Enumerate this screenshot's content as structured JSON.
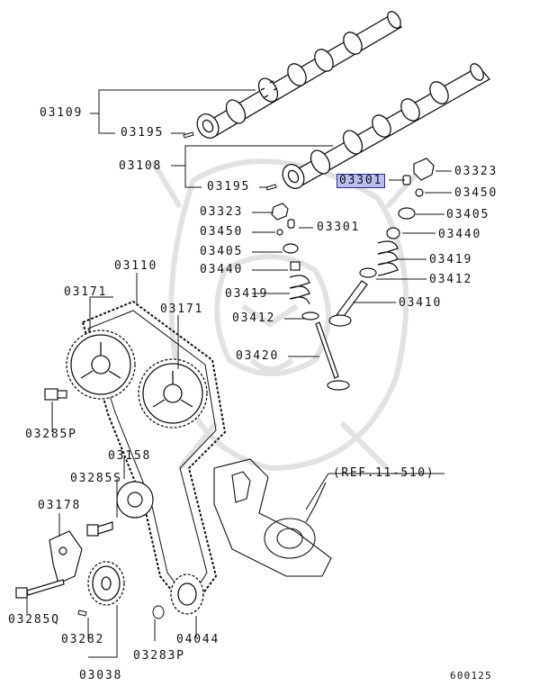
{
  "diagram": {
    "highlighted_part": "03301",
    "reference": "(REF.11-510)",
    "figure_code": "600125",
    "watermark": "samurai-mask-watermark"
  },
  "labels": {
    "l_03109": "03109",
    "l_03195_a": "03195",
    "l_03108": "03108",
    "l_03195_b": "03195",
    "l_03301_hl": "03301",
    "l_03323_r": "03323",
    "l_03450_r": "03450",
    "l_03405_r": "03405",
    "l_03440_r": "03440",
    "l_03419_r": "03419",
    "l_03412_r": "03412",
    "l_03410": "03410",
    "l_03323_l": "03323",
    "l_03450_l": "03450",
    "l_03301_l": "03301",
    "l_03405_l": "03405",
    "l_03440_l": "03440",
    "l_03419_l": "03419",
    "l_03412_l": "03412",
    "l_03420": "03420",
    "l_03110": "03110",
    "l_03171_a": "03171",
    "l_03171_b": "03171",
    "l_03285P": "03285P",
    "l_03158": "03158",
    "l_03285S": "03285S",
    "l_03178": "03178",
    "l_03285Q": "03285Q",
    "l_03282": "03282",
    "l_03038": "03038",
    "l_03283P": "03283P",
    "l_04044": "04044"
  }
}
